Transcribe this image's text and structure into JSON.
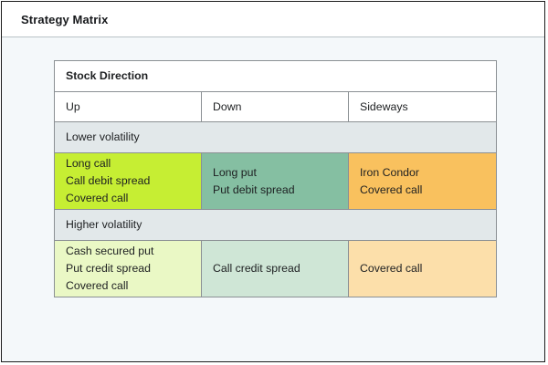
{
  "header": {
    "title": "Strategy Matrix"
  },
  "matrix": {
    "title_row": "Stock Direction",
    "column_headers": [
      "Up",
      "Down",
      "Sideways"
    ],
    "sections": [
      {
        "band_label": "Lower volatility",
        "band_color": "#e2e8ea",
        "cells": [
          {
            "color": "#c6ee33",
            "lines": [
              "Long call",
              "Call debit spread",
              "Covered call"
            ]
          },
          {
            "color": "#85bfa2",
            "lines": [
              "Long put",
              "Put debit spread"
            ]
          },
          {
            "color": "#f9c15e",
            "lines": [
              "Iron Condor",
              "Covered call"
            ]
          }
        ]
      },
      {
        "band_label": "Higher volatility",
        "band_color": "#e2e8ea",
        "cells": [
          {
            "color": "#eaf8c5",
            "lines": [
              "Cash secured put",
              "Put credit spread",
              "Covered call"
            ]
          },
          {
            "color": "#cfe6d6",
            "lines": [
              "Call credit spread"
            ]
          },
          {
            "color": "#fcdfaa",
            "lines": [
              "Covered call"
            ]
          }
        ]
      }
    ]
  },
  "colors": {
    "page_background": "#f4f8fa",
    "frame_border": "#1c1c1c",
    "cell_border": "#8b9094",
    "text": "#1d1f21"
  }
}
